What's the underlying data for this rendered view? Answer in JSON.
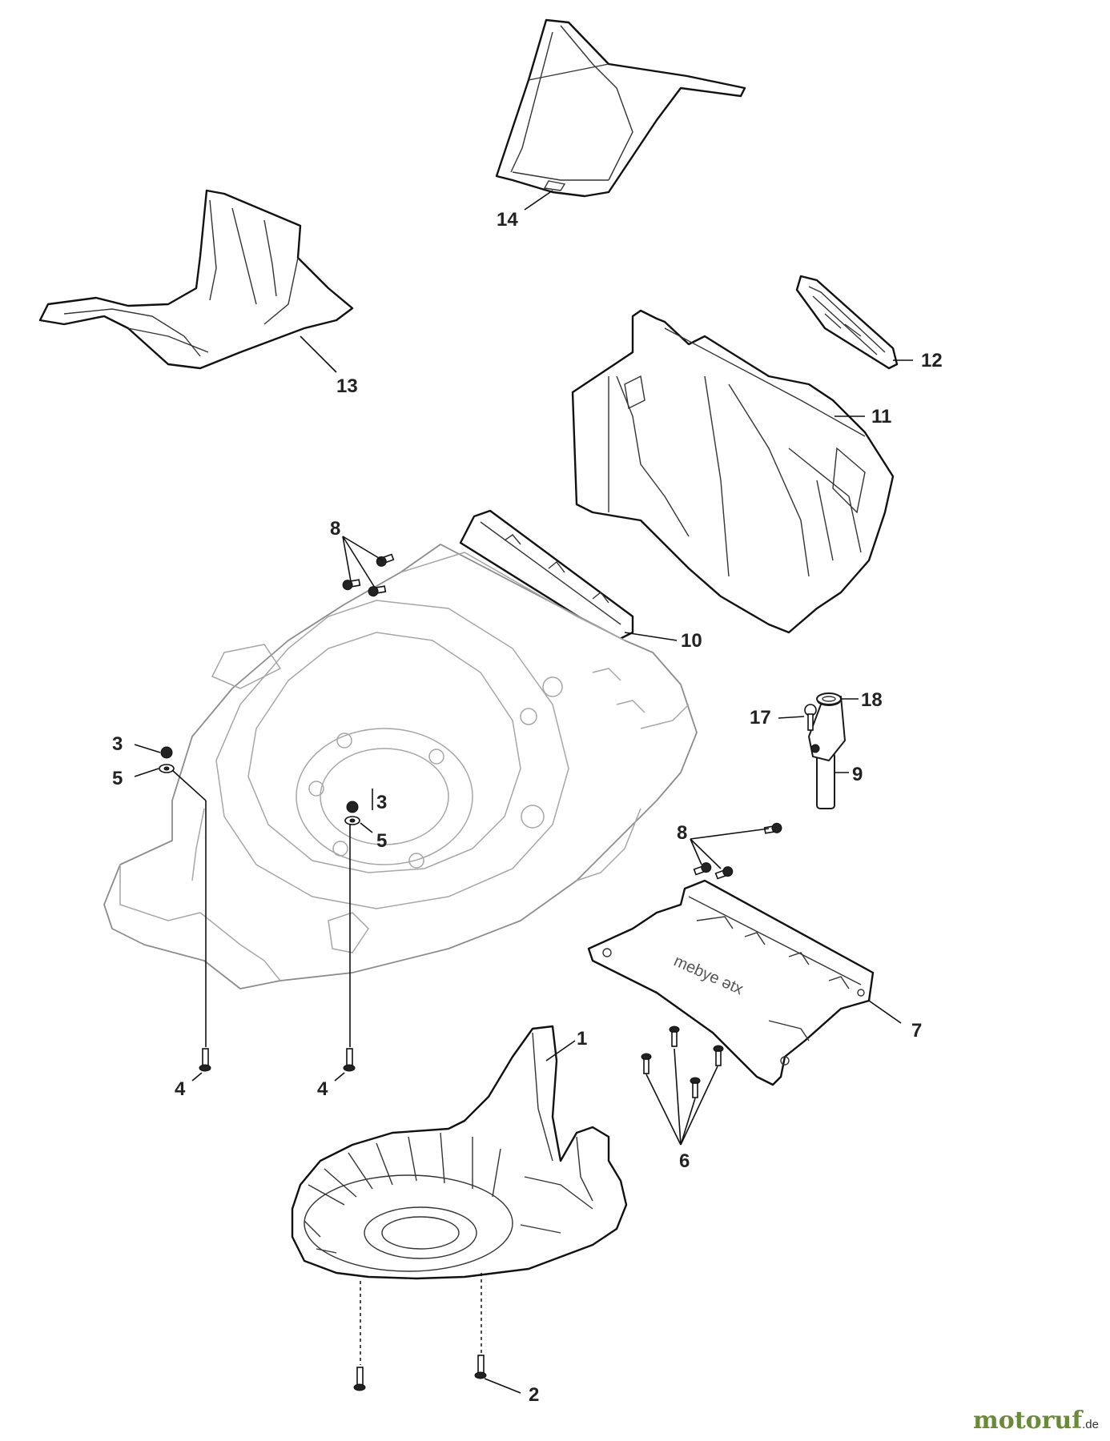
{
  "callouts": {
    "c1": "1",
    "c2": "2",
    "c3a": "3",
    "c3b": "3",
    "c4a": "4",
    "c4b": "4",
    "c5a": "5",
    "c5b": "5",
    "c6": "6",
    "c7": "7",
    "c8a": "8",
    "c8b": "8",
    "c9": "9",
    "c10": "10",
    "c11": "11",
    "c12": "12",
    "c13": "13",
    "c14": "14",
    "c17": "17",
    "c18": "18"
  },
  "skid_plate_text": "mebye ətx",
  "watermark": {
    "name": "motoruf",
    "suffix": ".de"
  },
  "colors": {
    "line": "#1a1a1a",
    "deck_line": "#8c8c8c",
    "watermark": "#6a8a3a"
  }
}
